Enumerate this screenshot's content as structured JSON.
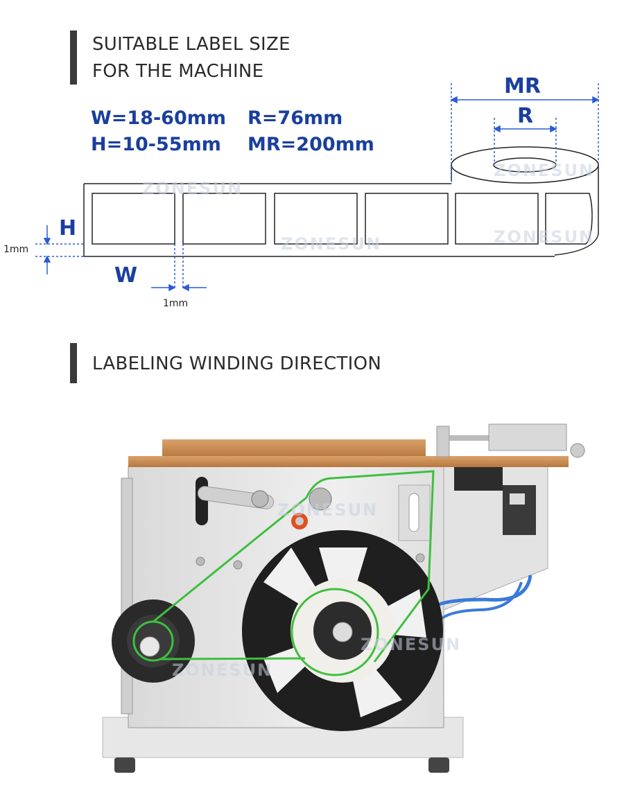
{
  "section1": {
    "title_line1": "SUITABLE LABEL SIZE",
    "title_line2": "FOR THE MACHINE"
  },
  "specs": {
    "w": "W=18-60mm",
    "h": "H=10-55mm",
    "r": "R=76mm",
    "mr": "MR=200mm"
  },
  "dimensions": {
    "mr": "MR",
    "r": "R",
    "h": "H",
    "w": "W",
    "gap_left": "1mm",
    "gap_bottom": "1mm"
  },
  "watermark": "ZONESUN",
  "section2": {
    "title": "LABELING WINDING DIRECTION"
  },
  "colors": {
    "accent_blue": "#1a3f9e",
    "path_green": "#3fbf3f",
    "dashed_blue": "#2a5bd7"
  }
}
